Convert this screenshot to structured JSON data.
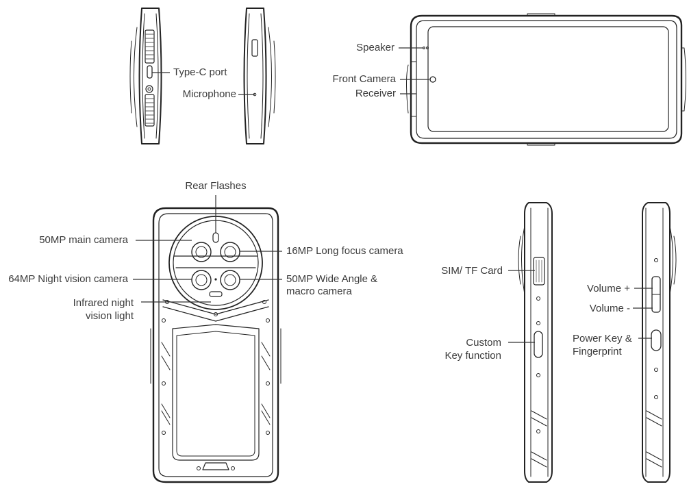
{
  "labels": {
    "type_c_port": "Type-C port",
    "microphone": "Microphone",
    "speaker": "Speaker",
    "front_camera": "Front Camera",
    "receiver": "Receiver",
    "rear_flashes": "Rear Flashes",
    "main_camera": "50MP main camera",
    "long_focus_camera": "16MP Long focus camera",
    "night_vision_camera": "64MP Night vision camera",
    "wide_angle_line1": "50MP Wide Angle &",
    "wide_angle_line2": "macro camera",
    "infrared_line1": "Infrared night",
    "infrared_line2": "vision light",
    "sim_tf_card": "SIM/ TF Card",
    "custom_key_line1": "Custom",
    "custom_key_line2": "Key function",
    "volume_up": "Volume +",
    "volume_down": "Volume -",
    "power_key_line1": "Power Key &",
    "power_key_line2": "Fingerprint"
  }
}
